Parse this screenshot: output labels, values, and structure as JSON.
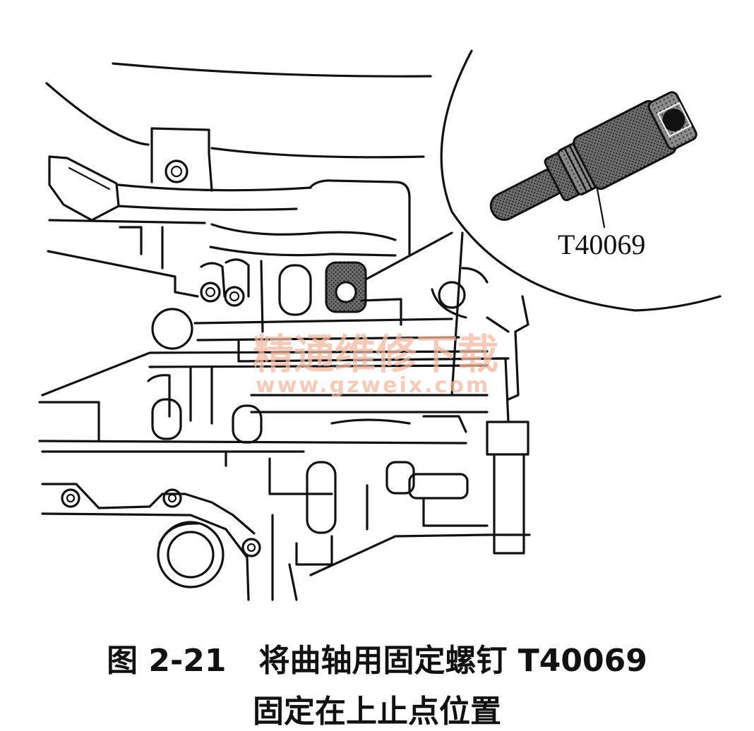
{
  "figure": {
    "callout_label": "T40069",
    "watermark_text": "精通维修下载",
    "watermark_url": "www.gzweix.com",
    "caption_line_1": "图 2-21   将曲轴用固定螺钉 T40069",
    "caption_line_2": "固定在上止点位置",
    "icons": [
      "crankshaft-locking-bolt-icon",
      "engine-block-drawing"
    ]
  }
}
